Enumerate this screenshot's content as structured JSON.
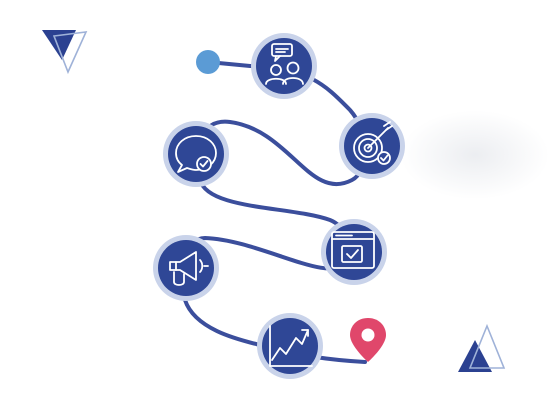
{
  "colors": {
    "path": "#3b4e9c",
    "node_fill": "#2f4796",
    "node_ring": "#c9d3ea",
    "icon_stroke": "#ffffff",
    "start_dot": "#5b9bd5",
    "end_pin": "#e0476b",
    "triangle_dark": "#2b4191",
    "triangle_outline": "#9fb2d8"
  },
  "diagram": {
    "type": "journey-path",
    "start": {
      "marker": "circle-dot"
    },
    "end": {
      "marker": "location-pin-icon"
    },
    "steps": [
      {
        "icon": "people-chat-icon"
      },
      {
        "icon": "target-icon"
      },
      {
        "icon": "chat-check-icon"
      },
      {
        "icon": "browser-check-icon"
      },
      {
        "icon": "megaphone-icon"
      },
      {
        "icon": "growth-chart-icon"
      }
    ],
    "decorations": [
      "triangle-top-left",
      "triangle-bottom-right"
    ]
  }
}
